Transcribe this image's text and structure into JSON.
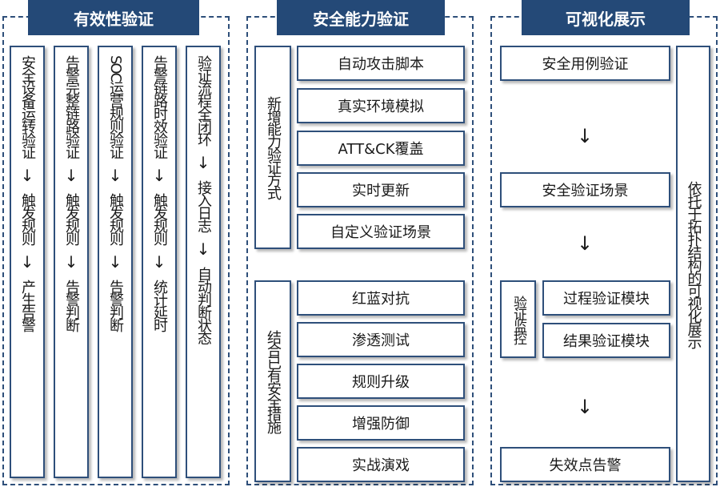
{
  "headers": {
    "effectiveness": "有效性验证",
    "capability": "安全能力验证",
    "visualization": "可视化展示"
  },
  "arrow": "↓",
  "effectiveness_columns": [
    {
      "title": "安全设备运转验证",
      "step": "触发规则",
      "result": "产生告警"
    },
    {
      "title": "告警完整链路验证",
      "step": "触发规则",
      "result": "告警判断"
    },
    {
      "title": "SOC运营规则验证",
      "step": "触发规则",
      "result": "告警判断"
    },
    {
      "title": "告警链路时效验证",
      "step": "触发规则",
      "result": "统计延时"
    },
    {
      "title": "验证流程全闭环",
      "step": "接入日志",
      "result": "自动判断状态"
    }
  ],
  "capability": {
    "group1_label": "新增能力验证方式",
    "group1_items": [
      "自动攻击脚本",
      "真实环境模拟",
      "ATT&CK覆盖",
      "实时更新",
      "自定义验证场景"
    ],
    "group2_label": "结合已有安全措施",
    "group2_items": [
      "红蓝对抗",
      "渗透测试",
      "规则升级",
      "增强防御",
      "实战演戏"
    ]
  },
  "visualization": {
    "step1": "安全用例验证",
    "step2": "安全验证场景",
    "monitor_label": "验证监控",
    "monitor_items": [
      "过程验证模块",
      "结果验证模块"
    ],
    "step4": "失效点告警",
    "side_label": "依托于拓扑结构的可视化展示"
  }
}
